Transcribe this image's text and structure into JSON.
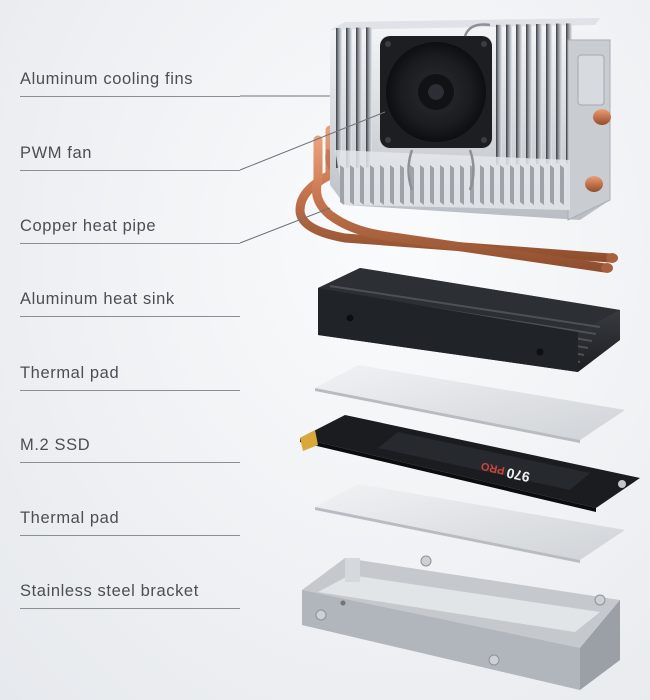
{
  "labels": [
    "Aluminum cooling fins",
    "PWM fan",
    "Copper heat pipe",
    "Aluminum heat sink",
    "Thermal pad",
    "M.2 SSD",
    "Thermal pad",
    "Stainless steel bracket"
  ],
  "ssd": {
    "model": "970",
    "series": "PRO"
  },
  "colors": {
    "label_text": "#4a4f55",
    "leader_line": "#6d7278",
    "copper": "#c8774f"
  }
}
